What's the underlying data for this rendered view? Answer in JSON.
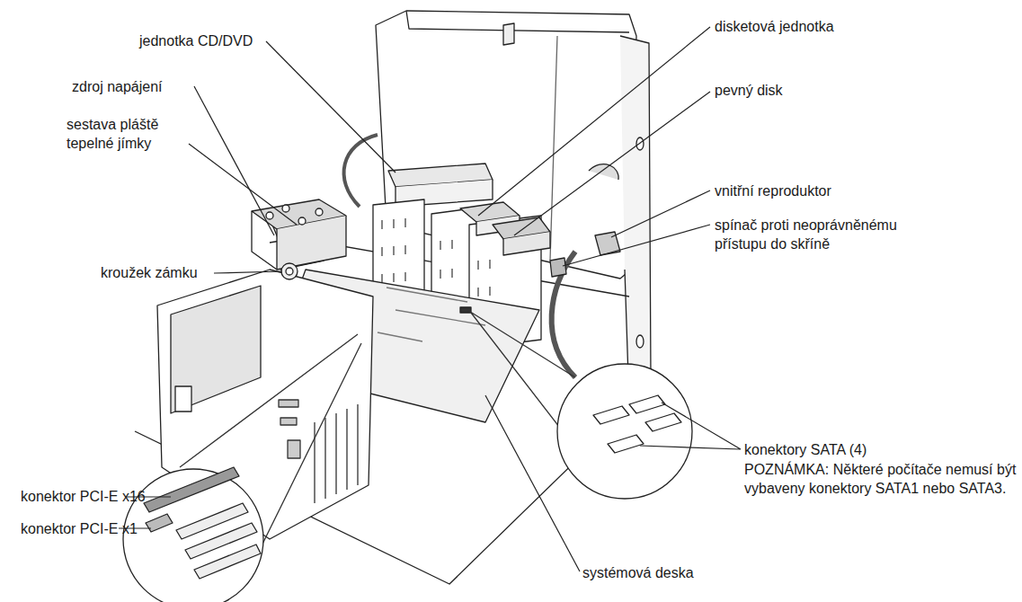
{
  "diagram": {
    "labels": [
      "jednotka CD/DVD",
      "disketová jednotka",
      "zdroj napájení",
      "pevný disk",
      "sestava pláště tepelné jímky",
      "vnitřní reproduktor",
      "spínač proti neoprávněnému přístupu do skříně",
      "kroužek zámku",
      "konektory SATA (4)",
      "POZNÁMKA: Některé počítače nemusí být vybaveny konektory SATA1 nebo SATA3.",
      "konektor PCI-E x16",
      "konektor PCI-E x1",
      "systémová deska"
    ]
  }
}
